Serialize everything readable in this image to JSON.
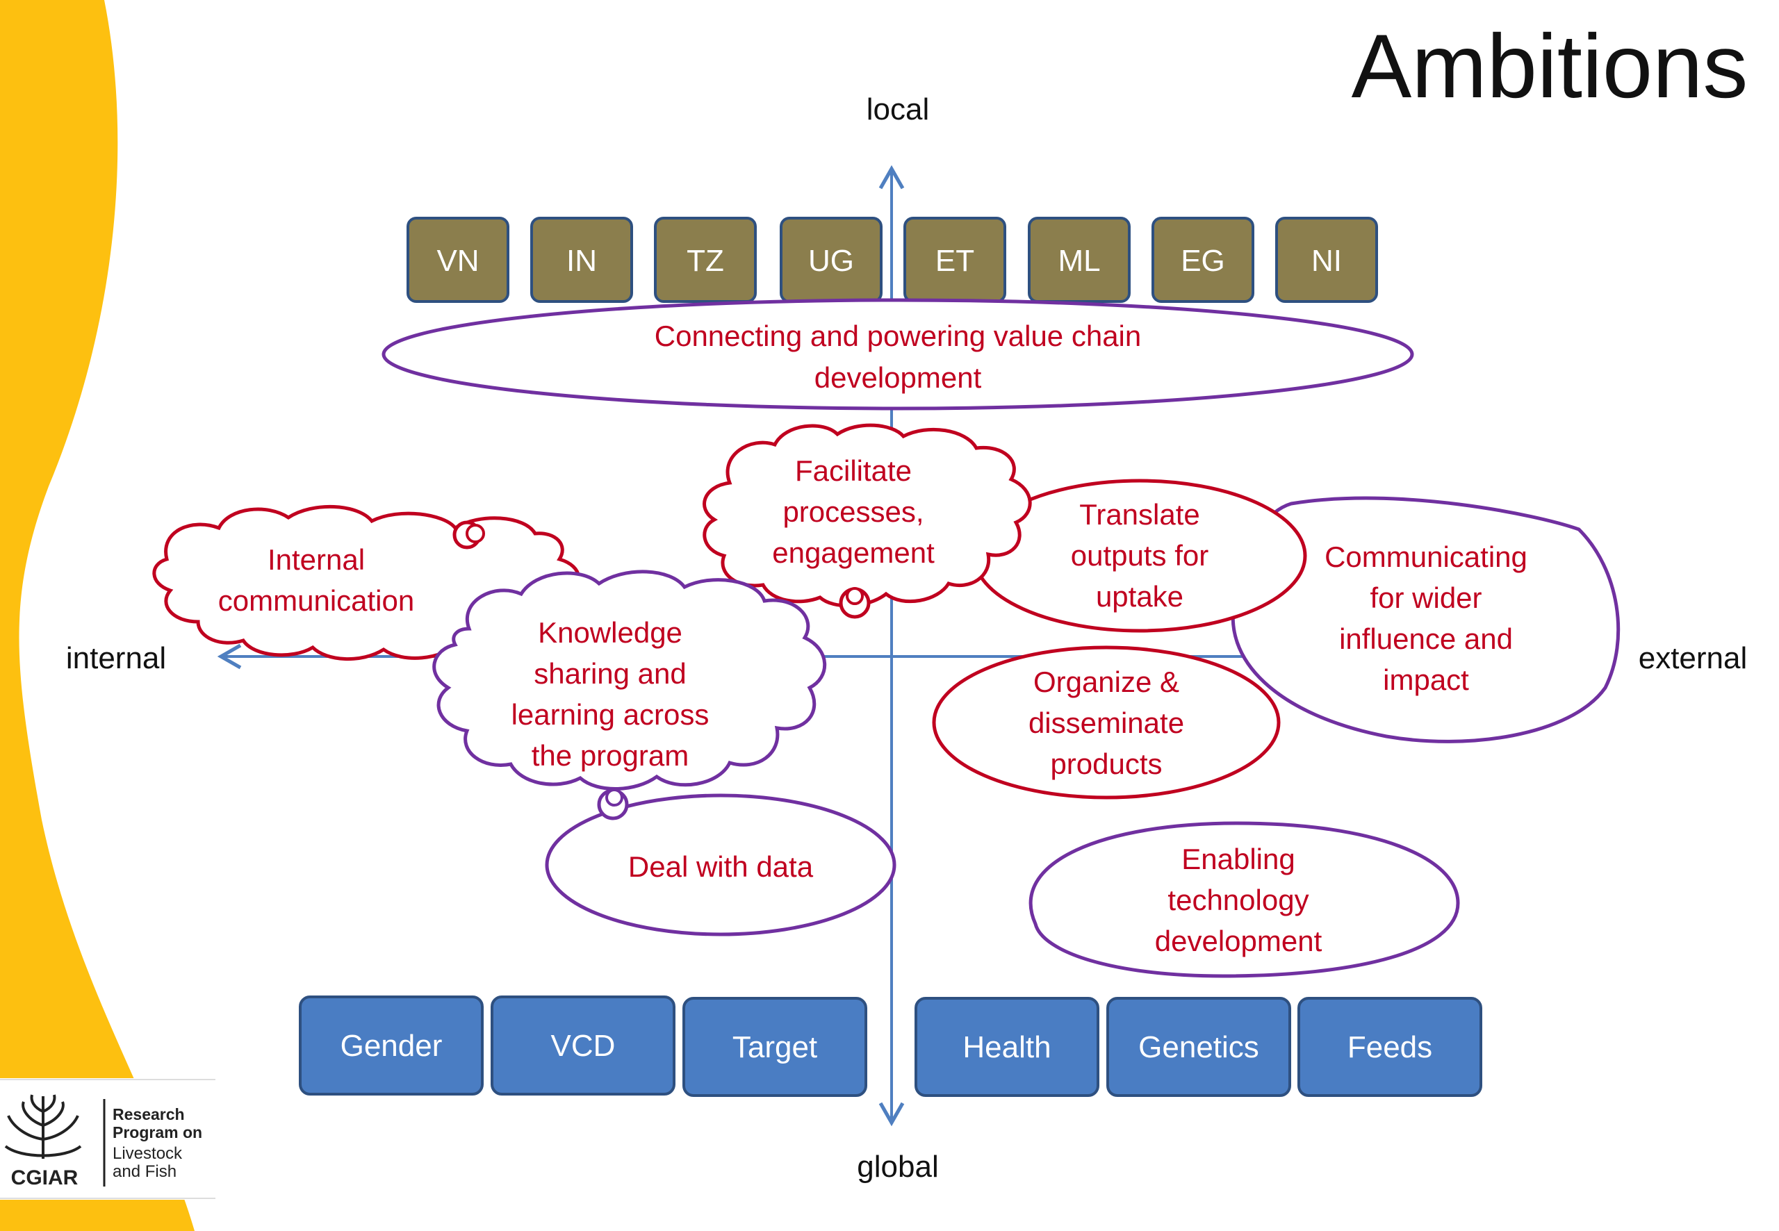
{
  "title": "Ambitions",
  "axes": {
    "top": "local",
    "bottom": "global",
    "left": "internal",
    "right": "external"
  },
  "countries": [
    "VN",
    "IN",
    "TZ",
    "UG",
    "ET",
    "ML",
    "EG",
    "NI"
  ],
  "themes": [
    "Gender",
    "VCD",
    "Target",
    "Health",
    "Genetics",
    "Feeds"
  ],
  "shapes": {
    "value_chain": [
      "Connecting and powering value chain",
      "development"
    ],
    "facilitate": [
      "Facilitate",
      "processes,",
      "engagement"
    ],
    "internal_comm": [
      "Internal",
      "communication"
    ],
    "knowledge": [
      "Knowledge",
      "sharing and",
      "learning across",
      "the program"
    ],
    "translate": [
      "Translate",
      "outputs for",
      "uptake"
    ],
    "communicating": [
      "Communicating",
      "for wider",
      "influence and",
      "impact"
    ],
    "organize": [
      "Organize &",
      "disseminate",
      "products"
    ],
    "data": [
      "Deal with data"
    ],
    "enabling": [
      "Enabling",
      "technology",
      "development"
    ]
  },
  "logo": {
    "acronym": "CGIAR",
    "line1": "Research",
    "line2": "Program on",
    "line3": "Livestock",
    "line4": "and Fish"
  },
  "colors": {
    "accent_yellow": "#FDC010",
    "axis_blue": "#4F7FC0",
    "country_box": "#8B7E4D",
    "theme_box": "#4A7DC3",
    "box_border": "#2E5080",
    "red": "#C0001F",
    "purple": "#7030A0"
  }
}
